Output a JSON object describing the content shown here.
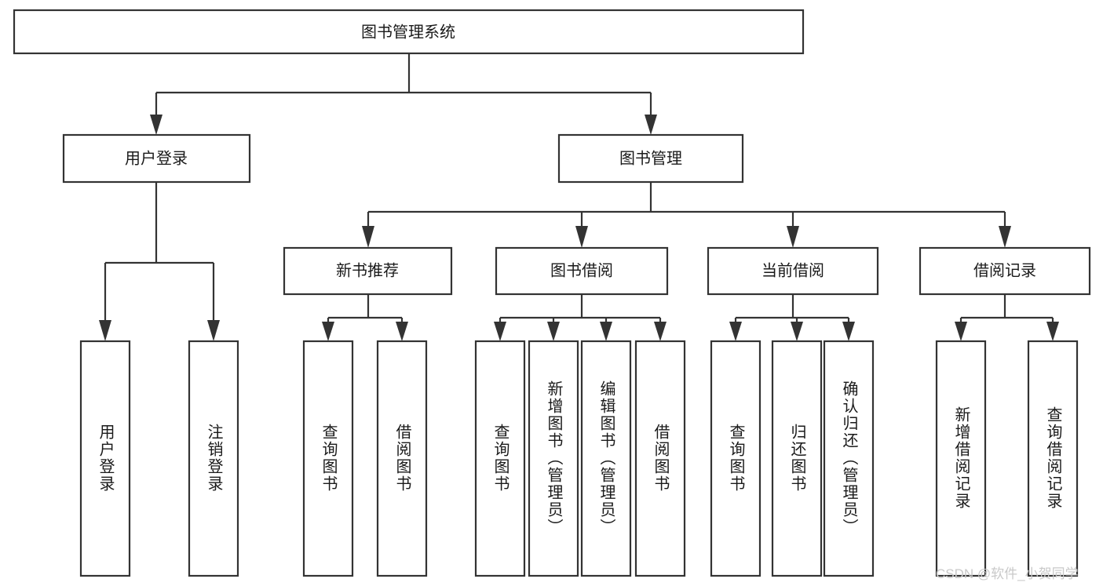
{
  "diagram": {
    "title_node": {
      "label": "图书管理系统"
    },
    "level1": [
      {
        "id": "user-login",
        "label": "用户登录"
      },
      {
        "id": "book-management",
        "label": "图书管理"
      }
    ],
    "level2": [
      {
        "id": "new-book-recommend",
        "label": "新书推荐",
        "parent": "book-management"
      },
      {
        "id": "book-borrow",
        "label": "图书借阅",
        "parent": "book-management"
      },
      {
        "id": "current-borrow",
        "label": "当前借阅",
        "parent": "book-management"
      },
      {
        "id": "borrow-record",
        "label": "借阅记录",
        "parent": "book-management"
      }
    ],
    "leaves": [
      {
        "id": "leaf-user-login",
        "label": "用户登录",
        "parent": "user-login"
      },
      {
        "id": "leaf-logout-login",
        "label": "注销登录",
        "parent": "user-login"
      },
      {
        "id": "leaf-query-book-1",
        "label": "查询图书",
        "parent": "new-book-recommend"
      },
      {
        "id": "leaf-borrow-book-1",
        "label": "借阅图书",
        "parent": "new-book-recommend"
      },
      {
        "id": "leaf-query-book-2",
        "label": "查询图书",
        "parent": "book-borrow"
      },
      {
        "id": "leaf-add-book",
        "label": "新增图书（管理员）",
        "parent": "book-borrow"
      },
      {
        "id": "leaf-edit-book",
        "label": "编辑图书（管理员）",
        "parent": "book-borrow"
      },
      {
        "id": "leaf-borrow-book-2",
        "label": "借阅图书",
        "parent": "book-borrow"
      },
      {
        "id": "leaf-query-book-3",
        "label": "查询图书",
        "parent": "current-borrow"
      },
      {
        "id": "leaf-return-book",
        "label": "归还图书",
        "parent": "current-borrow"
      },
      {
        "id": "leaf-confirm-return",
        "label": "确认归还（管理员）",
        "parent": "current-borrow"
      },
      {
        "id": "leaf-add-record",
        "label": "新增借阅记录",
        "parent": "borrow-record"
      },
      {
        "id": "leaf-query-record",
        "label": "查询借阅记录",
        "parent": "borrow-record"
      }
    ]
  },
  "watermark": {
    "text": "CSDN @软件_小贺同学"
  },
  "colors": {
    "stroke": "#333333",
    "node_fill": "#ffffff",
    "text": "#1a1a1a",
    "watermark": "#c9c9c9",
    "background": "#ffffff"
  }
}
